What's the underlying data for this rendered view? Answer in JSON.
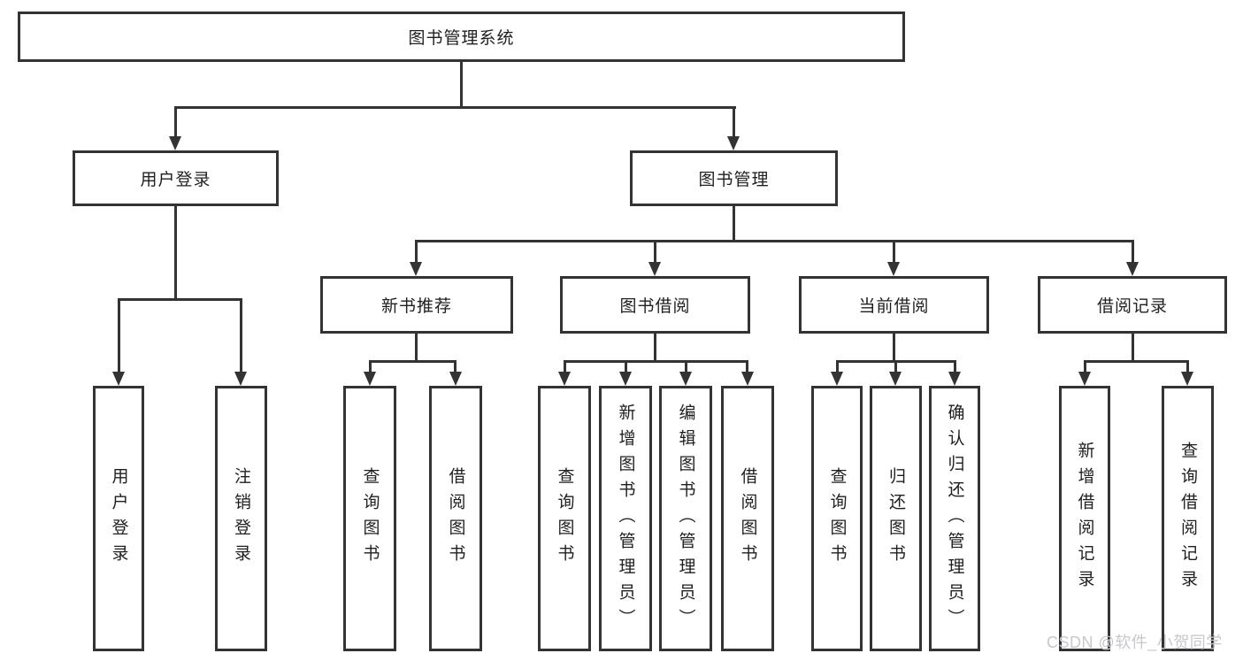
{
  "tree": {
    "label": "图书管理系统",
    "children": [
      {
        "label": "用户登录",
        "children": [
          {
            "label": "用户登录"
          },
          {
            "label": "注销登录"
          }
        ]
      },
      {
        "label": "图书管理",
        "children": [
          {
            "label": "新书推荐",
            "children": [
              {
                "label": "查询图书"
              },
              {
                "label": "借阅图书"
              }
            ]
          },
          {
            "label": "图书借阅",
            "children": [
              {
                "label": "查询图书"
              },
              {
                "label": "新增图书（管理员）"
              },
              {
                "label": "编辑图书（管理员）"
              },
              {
                "label": "借阅图书"
              }
            ]
          },
          {
            "label": "当前借阅",
            "children": [
              {
                "label": "查询图书"
              },
              {
                "label": "归还图书"
              },
              {
                "label": "确认归还（管理员）"
              }
            ]
          },
          {
            "label": "借阅记录",
            "children": [
              {
                "label": "新增借阅记录"
              },
              {
                "label": "查询借阅记录"
              }
            ]
          }
        ]
      }
    ]
  },
  "watermark": {
    "text": "CSDN @软件_小贺同学"
  },
  "colors": {
    "line": "#333333",
    "text": "#1f1f1f",
    "background": "#ffffff",
    "watermark": "#c6c8cc"
  }
}
